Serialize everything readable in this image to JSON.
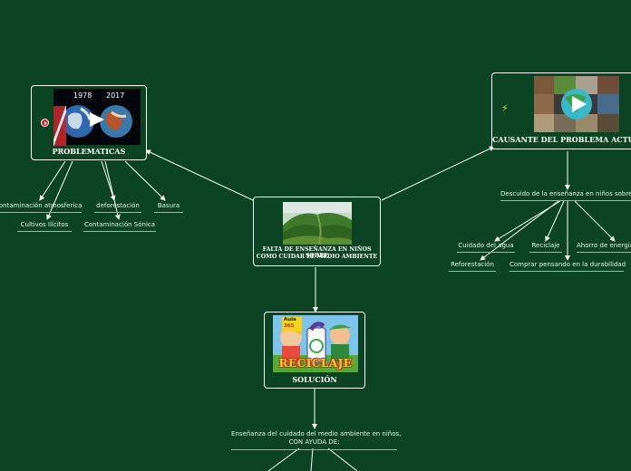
{
  "central": {
    "title_line1": "FALTA DE ENSEÑANZA EN NIÑOS SOBRE",
    "title_line2": "COMO CUIDAR EL MEDIO AMBIENTE"
  },
  "problematicas": {
    "title": "PROBLEMATICAS",
    "year_left": "1978",
    "year_right": "2017",
    "leaves": [
      "Contaminación atmosferica",
      "Cultivos Ilícitos",
      "deforestación",
      "Contaminación Sónica",
      "Basura"
    ]
  },
  "causante": {
    "title": "CAUSANTE DEL PROBLEMA ACTUAL",
    "subtopic": "Descuido de la enseñanza en niños sobre:",
    "leaves": [
      "Cuidado del agua",
      "Reciclaje",
      "Ahorro de energia",
      "Reforestación",
      "Comprar pensando en la durabilidad"
    ]
  },
  "solucion": {
    "title": "SOLUCIÓN",
    "badge_line1": "Aula",
    "badge_line2": "365",
    "poster_word": "RECICLAJE",
    "subtopic_line1": "Enseñanza del cuidado del medio ambiente en niños,",
    "subtopic_line2": "CON AYUDA DE:"
  },
  "colors": {
    "background": "#0a4422",
    "line": "#ffffff"
  }
}
